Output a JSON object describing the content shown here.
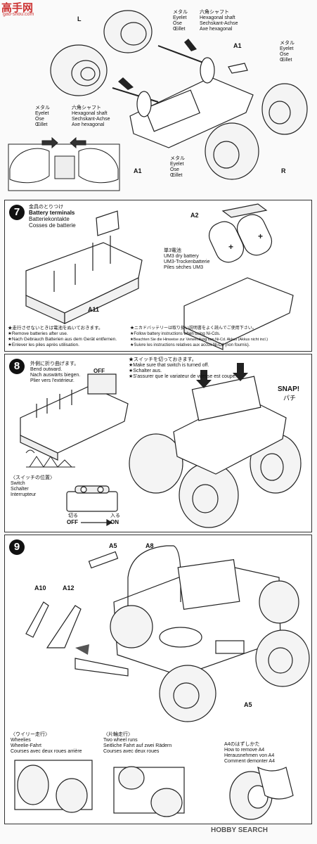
{
  "watermark": {
    "logo": "高手网",
    "site": "gao-shou.com"
  },
  "footer": {
    "brand": "HOBBY SEARCH"
  },
  "step6": {
    "eyelet_top": {
      "jp": "メタル",
      "en": "Eyelet",
      "de": "Öse",
      "fr": "Œillet"
    },
    "shaft_top": {
      "jp": "六角シャフト",
      "en": "Hexagonal shaft",
      "de": "Sechskant-Achse",
      "fr": "Axe hexagonal"
    },
    "eyelet_right": {
      "jp": "メタル",
      "en": "Eyelet",
      "de": "Öse",
      "fr": "Œillet"
    },
    "eyelet_left": {
      "jp": "メタル",
      "en": "Eyelet",
      "de": "Öse",
      "fr": "Œillet"
    },
    "shaft_left": {
      "jp": "六角シャフト",
      "en": "Hexagonal shaft",
      "de": "Sechskant-Achse",
      "fr": "Axe hexagonal"
    },
    "eyelet_bottom": {
      "jp": "メタル",
      "en": "Eyelet",
      "de": "Öse",
      "fr": "Œillet"
    },
    "part_a1_top": "A1",
    "part_a1_bottom": "A1",
    "wheel_left": "L",
    "wheel_right": "R"
  },
  "step7": {
    "number": "7",
    "terminals": {
      "jp": "金具のとりつけ",
      "en": "Battery terminals",
      "de": "Batteriekontakte",
      "fr": "Cosses de batterie"
    },
    "battery": {
      "jp": "単3電池",
      "en": "UM3 dry battery",
      "de": "UM3-Trockenbatterie",
      "fr": "Piles sèches UM3"
    },
    "part_a2": "A2",
    "part_a11": "A11",
    "warn_left": [
      "★走行させないときは電池をぬいておきます。",
      "★Remove batteries after use.",
      "★Nach Gebrauch Batterien aus dem Gerät entfernen.",
      "★Enlever les piles après utilisation."
    ],
    "warn_right": [
      "★ニカドバッテリーは取り扱い説明書をよく読んでご使用下さい。",
      "★Follow battery instructions when using Ni-Cds.",
      "★Beachten Sie die Hinweise zur Verwendung von Ni-Cd. Akkus (Akkus nicht incl.)",
      "★Suivre les instructions relatives aux accus Ni-Cd (non fournis)."
    ]
  },
  "step8": {
    "number": "8",
    "bend": {
      "jp": "外側に折り曲げます。",
      "en": "Bend outward.",
      "de": "Nach auswärts biegen.",
      "fr": "Plier vers l'extérieur."
    },
    "switch_note": {
      "jp": "★スイッチを切っておきます。",
      "en": "★Make sure that switch is turned off.",
      "de": "★Schalter aus.",
      "fr": "★S'assurer que le variateur de vitesse est coupé."
    },
    "off_label": "OFF",
    "snap": "SNAP!",
    "snap_jp": "パチ",
    "switch_pos": {
      "jp": "〈スイッチの位置〉",
      "en": "Switch",
      "de": "Schalter",
      "fr": "Interrupteur"
    },
    "off_jp": "切る",
    "on_jp": "入る",
    "off_word": "OFF",
    "on_word": "ON"
  },
  "step9": {
    "number": "9",
    "part_a5_top": "A5",
    "part_a8": "A8",
    "part_a10": "A10",
    "part_a12": "A12",
    "part_a5_bottom": "A5",
    "wheelie": {
      "jp": "〈ウイリー走行〉",
      "en": "Wheelies",
      "de": "Wheelie-Fahrt",
      "fr": "Courses avec deux roues arrière"
    },
    "two_wheel": {
      "jp": "〈片輪走行〉",
      "en": "Two wheel runs",
      "de": "Seitliche Fahrt auf zwei Rädern",
      "fr": "Courses avec deux roues"
    },
    "remove_a4": {
      "jp": "A4のはずしかた",
      "en": "How to remove A4",
      "de": "Herausnehmen von A4",
      "fr": "Comment demonter A4"
    }
  }
}
